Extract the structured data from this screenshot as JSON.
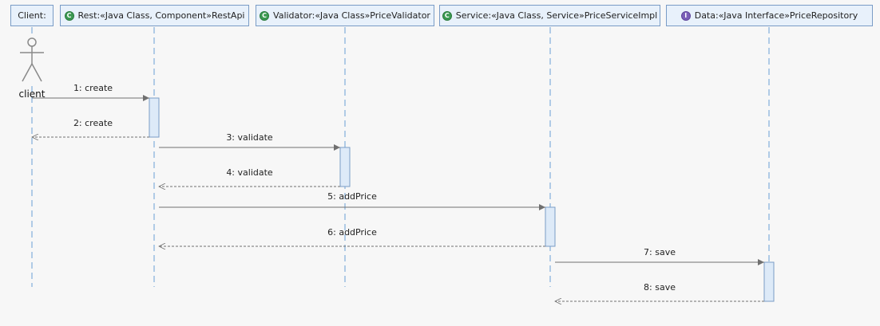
{
  "lifelines": [
    {
      "label": "Client:",
      "kind": "actor",
      "icon": "none"
    },
    {
      "label": "Rest:«Java Class, Component»RestApi",
      "kind": "class",
      "icon": "class-icon"
    },
    {
      "label": "Validator:«Java Class»PriceValidator",
      "kind": "class",
      "icon": "class-icon"
    },
    {
      "label": "Service:«Java Class, Service»PriceServiceImpl",
      "kind": "class",
      "icon": "class-icon"
    },
    {
      "label": "Data:«Java Interface»PriceRepository",
      "kind": "interface",
      "icon": "interface-icon"
    }
  ],
  "actor": {
    "label": "client",
    "icon": "actor-stick-figure-icon"
  },
  "messages": [
    {
      "label": "1: create",
      "from": 0,
      "to": 1,
      "type": "call"
    },
    {
      "label": "2: create",
      "from": 1,
      "to": 0,
      "type": "return"
    },
    {
      "label": "3: validate",
      "from": 1,
      "to": 2,
      "type": "call"
    },
    {
      "label": "4: validate",
      "from": 2,
      "to": 1,
      "type": "return"
    },
    {
      "label": "5: addPrice",
      "from": 1,
      "to": 3,
      "type": "call"
    },
    {
      "label": "6: addPrice",
      "from": 3,
      "to": 1,
      "type": "return"
    },
    {
      "label": "7: save",
      "from": 3,
      "to": 4,
      "type": "call"
    },
    {
      "label": "8: save",
      "from": 4,
      "to": 3,
      "type": "return"
    }
  ],
  "icon_letters": {
    "class": "C",
    "interface": "I"
  },
  "colors": {
    "background": "#f7f7f7",
    "header_fill": "#e8f1fb",
    "header_border": "#7a9cc6",
    "lifeline": "#6a9fd4",
    "activation_fill": "#ddeaf8",
    "activation_border": "#7a9cc6",
    "message": "#707070",
    "class_icon": "#3c9a52",
    "interface_icon": "#7a5fb8"
  }
}
